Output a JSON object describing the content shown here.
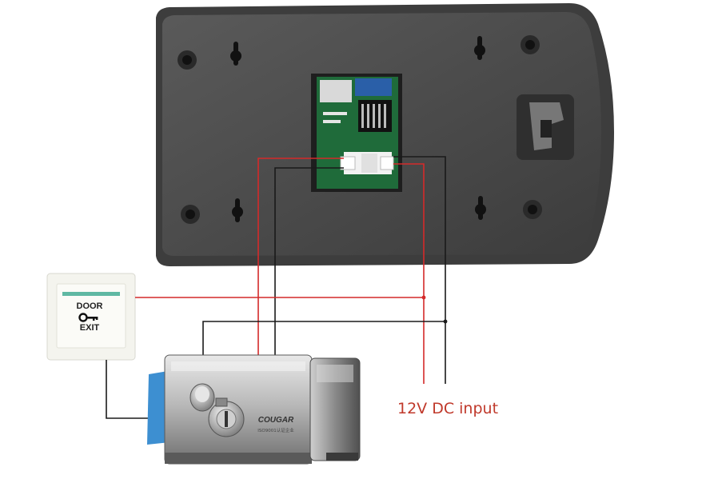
{
  "exit_button": {
    "line1": "DOOR",
    "line2": "EXIT",
    "icon": "key-icon"
  },
  "lock": {
    "brand": "COUGAR",
    "cert": "ISO9001认证企业"
  },
  "power": {
    "label": "12V DC input"
  },
  "colors": {
    "wire_red": "#d42a2a",
    "wire_black": "#1a1a1a",
    "label_red": "#c0392b",
    "panel": "#4a4a4a",
    "pcb": "#1f6b3a"
  }
}
